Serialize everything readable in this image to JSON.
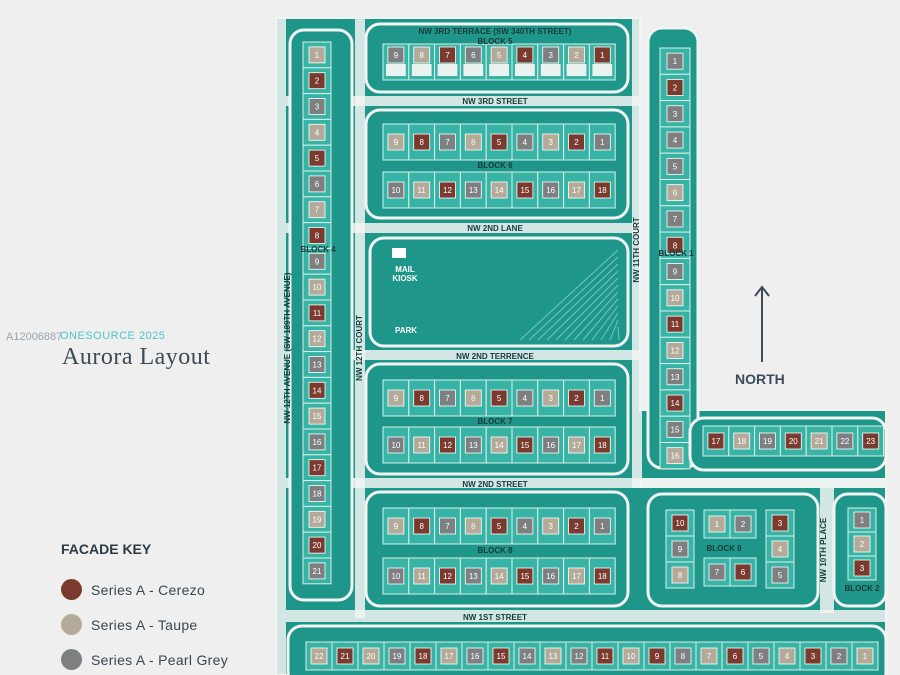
{
  "title": "Aurora Layout",
  "watermark": {
    "mls_id": "A12006887",
    "overlay": "ONESOURCE 2025"
  },
  "north_label": "NORTH",
  "facade_key": {
    "title": "FACADE KEY",
    "items": [
      {
        "label": "Series A - Cerezo",
        "color": "#7a3b2e"
      },
      {
        "label": "Series A - Taupe",
        "color": "#b3aa9a"
      },
      {
        "label": "Series A - Pearl Grey",
        "color": "#7d7f80"
      }
    ]
  },
  "colors": {
    "teal": "#1f968a",
    "teal_light": "#38b4a6",
    "road": "#f2f4f3",
    "cerezo": "#7a3b2e",
    "taupe": "#b3aa9a",
    "grey": "#7d7f80"
  },
  "streets": {
    "nw_3rd_terrace": "NW 3RD TERRACE (SW 340TH STREET)",
    "nw_3rd_street": "NW 3RD STREET",
    "nw_2nd_lane": "NW 2ND LANE",
    "nw_2nd_terrence": "NW 2ND TERRENCE",
    "nw_2nd_street": "NW 2ND STREET",
    "nw_1st_street": "NW 1ST STREET",
    "nw_12th_avenue": "NW 12TH AVENUE (SW 189TH AVENUE)",
    "nw_12th_court": "NW 12TH COURT",
    "nw_11th_court": "NW 11TH COURT",
    "nw_10th_place": "NW 10TH PLACE"
  },
  "park": {
    "mail_kiosk": "MAIL KIOSK",
    "park": "PARK"
  },
  "blocks": {
    "block_1": {
      "label": "BLOCK 1",
      "lots": [
        "1",
        "2",
        "3",
        "4",
        "5",
        "6",
        "7",
        "8",
        "9",
        "10",
        "11",
        "12",
        "13",
        "14",
        "15",
        "16"
      ],
      "facades": [
        "G",
        "C",
        "G",
        "G",
        "G",
        "T",
        "G",
        "C",
        "G",
        "T",
        "C",
        "T",
        "G",
        "C",
        "G",
        "T"
      ]
    },
    "block_1_row": {
      "lots": [
        "17",
        "18",
        "19",
        "20",
        "21",
        "22",
        "23"
      ],
      "facades": [
        "C",
        "T",
        "G",
        "C",
        "T",
        "G",
        "C"
      ]
    },
    "block_2": {
      "label": "BLOCK 2",
      "lots": [
        "1",
        "2",
        "3"
      ],
      "facades": [
        "G",
        "T",
        "C"
      ]
    },
    "block_3": {
      "lots": [
        "22",
        "21",
        "20",
        "19",
        "18",
        "17",
        "16",
        "15",
        "14",
        "13",
        "12",
        "11",
        "10",
        "9",
        "8",
        "7",
        "6",
        "5",
        "4",
        "3",
        "2",
        "1"
      ],
      "facades": [
        "T",
        "C",
        "T",
        "G",
        "C",
        "T",
        "G",
        "C",
        "G",
        "T",
        "G",
        "C",
        "T",
        "C",
        "G",
        "T",
        "C",
        "G",
        "T",
        "C",
        "G",
        "T"
      ]
    },
    "block_4": {
      "label": "BLOCK 4",
      "lots": [
        "1",
        "2",
        "3",
        "4",
        "5",
        "6",
        "7",
        "8",
        "9",
        "10",
        "11",
        "12",
        "13",
        "14",
        "15",
        "16",
        "17",
        "18",
        "19",
        "20",
        "21"
      ],
      "facades": [
        "T",
        "C",
        "G",
        "T",
        "C",
        "G",
        "T",
        "C",
        "G",
        "T",
        "C",
        "T",
        "G",
        "C",
        "T",
        "G",
        "C",
        "G",
        "T",
        "C",
        "G"
      ]
    },
    "block_5": {
      "label": "BLOCK 5",
      "lots": [
        "9",
        "8",
        "7",
        "6",
        "5",
        "4",
        "3",
        "2",
        "1"
      ],
      "facades": [
        "G",
        "T",
        "C",
        "G",
        "T",
        "C",
        "G",
        "T",
        "C"
      ]
    },
    "block_6": {
      "label": "BLOCK 6",
      "lots_top": [
        "9",
        "8",
        "7",
        "6",
        "5",
        "4",
        "3",
        "2",
        "1"
      ],
      "facades_top": [
        "T",
        "C",
        "G",
        "T",
        "C",
        "G",
        "T",
        "C",
        "G"
      ],
      "lots_bottom": [
        "10",
        "11",
        "12",
        "13",
        "14",
        "15",
        "16",
        "17",
        "18"
      ],
      "facades_bottom": [
        "G",
        "T",
        "C",
        "G",
        "T",
        "C",
        "G",
        "T",
        "C"
      ]
    },
    "block_7": {
      "label": "BLOCK 7",
      "lots_top": [
        "9",
        "8",
        "7",
        "6",
        "5",
        "4",
        "3",
        "2",
        "1"
      ],
      "facades_top": [
        "T",
        "C",
        "G",
        "T",
        "C",
        "G",
        "T",
        "C",
        "G"
      ],
      "lots_bottom": [
        "10",
        "11",
        "12",
        "13",
        "14",
        "15",
        "16",
        "17",
        "18"
      ],
      "facades_bottom": [
        "G",
        "T",
        "C",
        "G",
        "T",
        "C",
        "G",
        "T",
        "C"
      ]
    },
    "block_8": {
      "label": "BLOCK 8",
      "lots_top": [
        "9",
        "8",
        "7",
        "6",
        "5",
        "4",
        "3",
        "2",
        "1"
      ],
      "facades_top": [
        "T",
        "C",
        "G",
        "T",
        "C",
        "G",
        "T",
        "C",
        "G"
      ],
      "lots_bottom": [
        "10",
        "11",
        "12",
        "13",
        "14",
        "15",
        "16",
        "17",
        "18"
      ],
      "facades_bottom": [
        "G",
        "T",
        "C",
        "G",
        "T",
        "C",
        "G",
        "T",
        "C"
      ]
    },
    "block_9": {
      "label": "BLOCK 9",
      "lots_left": [
        "10",
        "9",
        "8"
      ],
      "facades_left": [
        "C",
        "G",
        "T"
      ],
      "lots_mid_top": [
        "1",
        "2"
      ],
      "facades_mid_top": [
        "T",
        "G"
      ],
      "lots_mid_bottom": [
        "7",
        "6"
      ],
      "facades_mid_bottom": [
        "G",
        "C"
      ],
      "lots_right": [
        "3",
        "4",
        "5"
      ],
      "facades_right": [
        "C",
        "T",
        "G"
      ]
    }
  }
}
